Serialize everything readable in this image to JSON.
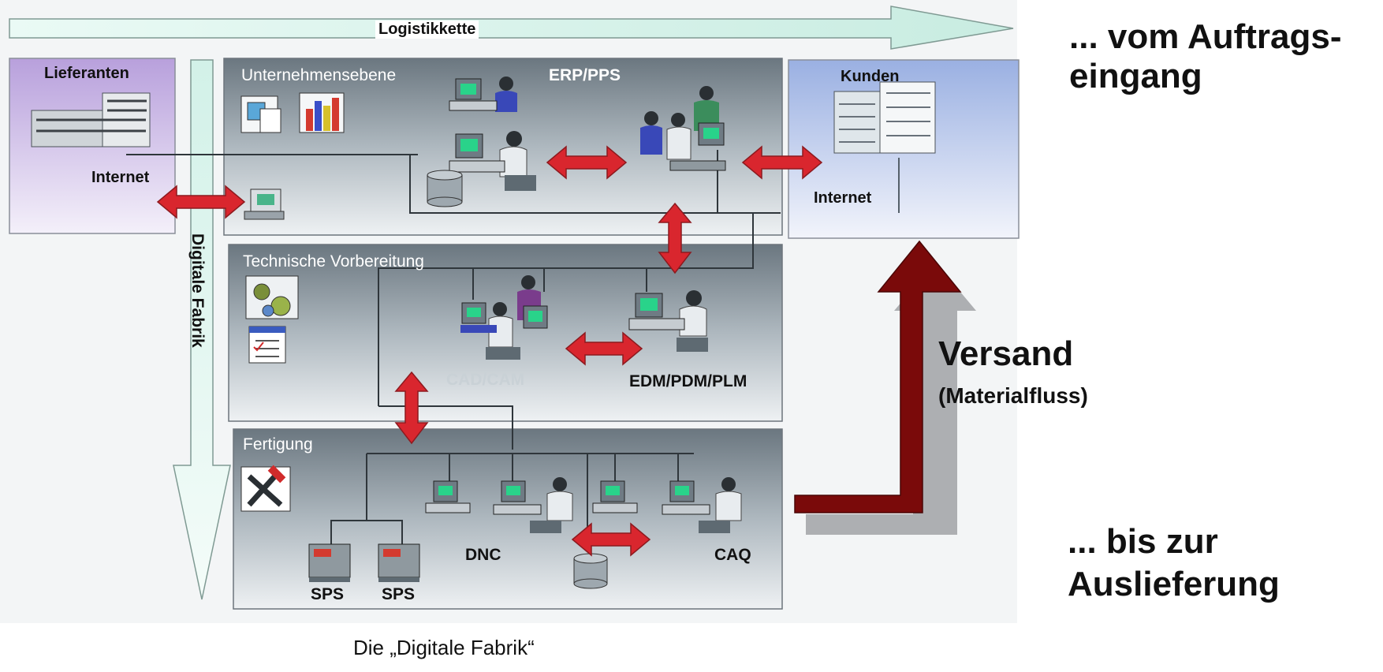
{
  "diagram": {
    "logistics_chain": "Logistikkette",
    "digital_factory_vertical": "Digitale Fabrik",
    "suppliers": {
      "title": "Lieferanten",
      "internet": "Internet"
    },
    "customers": {
      "title": "Kunden",
      "internet": "Internet"
    },
    "layers": {
      "enterprise": {
        "name": "Unternehmensebene",
        "system": "ERP/PPS"
      },
      "technical": {
        "name": "Technische Vorbereitung",
        "system_left": "CAD/CAM",
        "system_right": "EDM/PDM/PLM"
      },
      "production": {
        "name": "Fertigung",
        "plc_1": "SPS",
        "plc_2": "SPS",
        "dnc": "DNC",
        "caq": "CAQ"
      }
    },
    "caption": "Die „Digitale Fabrik“"
  },
  "side_text": {
    "top_line1": "... vom Auftrags-",
    "top_line2": "eingang",
    "shipping_title": "Versand",
    "shipping_sub": "(Materialfluss)",
    "bottom_line1": "... bis  zur",
    "bottom_line2": "Auslieferung"
  },
  "colors": {
    "panel_dark": "#6e7b84",
    "panel_light": "#e3e8ec",
    "supplier_purple": "#b49cd8",
    "customer_blue": "#9ab0e0",
    "teal_arrow": "#d6f2ea",
    "red_arrow": "#d9262e",
    "shipping_arrow": "#7a0a0a"
  },
  "icons": [
    "supplier-factory-icon",
    "customer-building-icon",
    "server-icon",
    "document-icon",
    "bar-chart-icon",
    "gears-icon",
    "checklist-icon",
    "tools-icon",
    "workstation-icon",
    "database-icon",
    "plc-icon"
  ]
}
